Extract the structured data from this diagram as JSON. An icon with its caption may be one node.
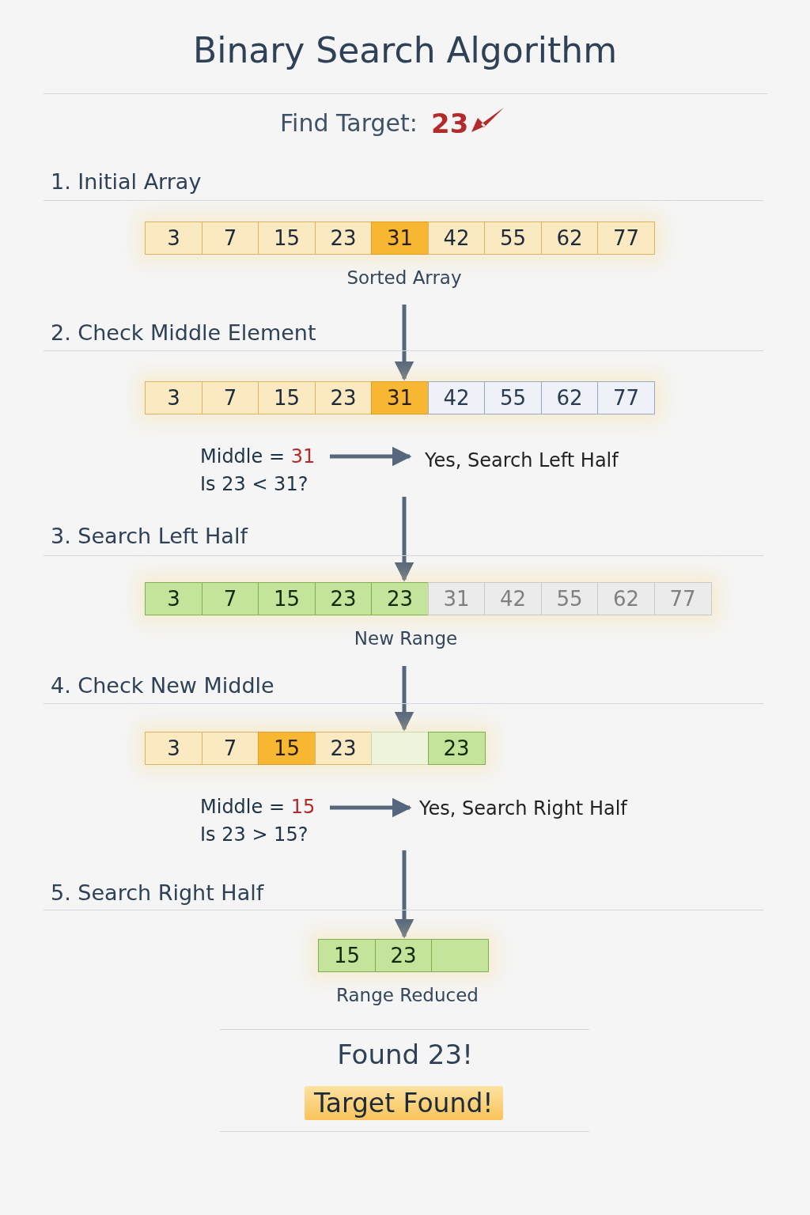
{
  "diagram": {
    "title": "Binary Search Algorithm",
    "nodes": [
      {
        "text": [],
        "shape": "bar",
        "beside": [
          "Sorted Array"
        ]
      },
      {
        "text": [
          "3"
        ],
        "in": 0
      },
      {
        "text": [
          "7"
        ],
        "in": 0
      },
      {
        "text": [
          "15"
        ],
        "in": 0
      },
      {
        "text": [
          "23"
        ],
        "in": 0
      },
      {
        "text": [
          "31"
        ],
        "in": 0
      },
      {
        "text": [
          "42"
        ],
        "in": 0
      },
      {
        "text": [
          "55"
        ],
        "in": 0
      },
      {
        "text": [
          "62"
        ],
        "in": 0
      },
      {
        "text": [
          "77"
        ],
        "in": 0
      },
      {
        "text": [],
        "shape": "bar"
      },
      {
        "text": [
          "3"
        ],
        "in": 10
      },
      {
        "text": [
          "7"
        ],
        "in": 10
      },
      {
        "text": [
          "15"
        ],
        "in": 10
      },
      {
        "text": [
          "23"
        ],
        "in": 10
      },
      {
        "text": [
          "31"
        ],
        "in": 10
      },
      {
        "text": [
          "42"
        ],
        "in": 10
      },
      {
        "text": [
          "55"
        ],
        "in": 10
      },
      {
        "text": [
          "62"
        ],
        "in": 10
      },
      {
        "text": [
          "77"
        ],
        "in": 10
      },
      {
        "text": [
          "Middle = **31**",
          "Is 23 < 31?"
        ]
      },
      {
        "text": [
          "Yes, Search Left Half"
        ]
      },
      {
        "text": [],
        "shape": "bar",
        "beside": [
          "New Range"
        ]
      },
      {
        "text": [
          "3"
        ],
        "in": 22
      },
      {
        "text": [
          "7"
        ],
        "in": 22
      },
      {
        "text": [
          "15"
        ],
        "in": 22
      },
      {
        "text": [
          "23"
        ],
        "in": 22
      },
      {
        "text": [
          "23"
        ],
        "in": 22
      },
      {
        "text": [
          "31"
        ],
        "in": 22
      },
      {
        "text": [
          "42"
        ],
        "in": 22
      },
      {
        "text": [
          "55"
        ],
        "in": 22
      },
      {
        "text": [
          "62"
        ],
        "in": 22
      },
      {
        "text": [
          "77"
        ],
        "in": 22
      },
      {
        "text": [],
        "shape": "bar"
      },
      {
        "text": [
          "3"
        ],
        "in": 33
      },
      {
        "text": [
          "7"
        ],
        "in": 33
      },
      {
        "text": [
          "15"
        ],
        "in": 33
      },
      {
        "text": [
          "23"
        ],
        "in": 33
      },
      {
        "text": [],
        "shape": "box",
        "in": 33
      },
      {
        "text": [
          "23"
        ],
        "in": 33
      },
      {
        "text": [
          "Middle = **15**",
          "Is 23 > 15?"
        ]
      },
      {
        "text": [
          "Yes, Search Right Half"
        ]
      },
      {
        "text": [],
        "shape": "bar",
        "beside": [
          "Range Reduced"
        ]
      },
      {
        "text": [
          "15"
        ],
        "in": 42
      },
      {
        "text": [
          "23"
        ],
        "in": 42
      },
      {
        "text": [],
        "shape": "box",
        "in": 42
      },
      {
        "text": [
          "Target Found!"
        ]
      }
    ],
    "edges": [
      {
        "from": null,
        "to": 10,
        "arrow": "to"
      },
      {
        "from": 20,
        "to": 21,
        "arrow": "to"
      },
      {
        "from": null,
        "to": 22,
        "arrow": "to"
      },
      {
        "from": null,
        "to": 33,
        "arrow": "to"
      },
      {
        "from": 40,
        "to": 41,
        "arrow": "to"
      },
      {
        "from": null,
        "to": 42,
        "arrow": "to"
      }
    ],
    "labels": [
      "Find Target:",
      "23",
      "1. Initial Array",
      "2. Check Middle Element",
      "3. Search Left Half",
      "4. Check New Middle",
      "5. Search Right Half",
      "Found 23!"
    ]
  }
}
